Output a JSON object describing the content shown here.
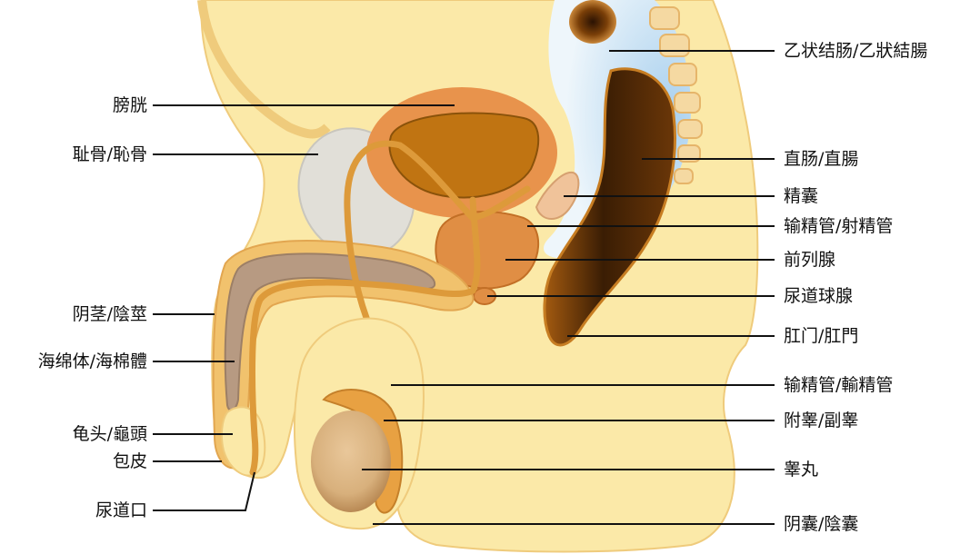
{
  "colors": {
    "skin": "#fbe9a8",
    "skin_edge": "#efcb7c",
    "tissue": "#f1c26d",
    "bladder_outer": "#e8934c",
    "bladder_inner": "#c07412",
    "rectum_dark": "#3a1d04",
    "rectum_mid": "#8a4a0c",
    "bone": "#e1dfd8",
    "cavity": "#cfe5f5",
    "tube": "#dd9a3a",
    "erectile": "#b79a82",
    "leader": "#111111"
  },
  "labels": {
    "bladder": "膀胱",
    "pubis": "耻骨/恥骨",
    "penis": "阴茎/陰莖",
    "corpus_cavernosum": "海绵体/海棉體",
    "glans": "龟头/龜頭",
    "foreskin": "包皮",
    "urethral_opening": "尿道口",
    "sigmoid_colon": "乙状结肠/乙狀結腸",
    "rectum": "直肠/直腸",
    "seminal_vesicle": "精囊",
    "ejaculatory_duct": "输精管/射精管",
    "prostate": "前列腺",
    "bulbourethral_gland": "尿道球腺",
    "anus": "肛门/肛門",
    "vas_deferens": "输精管/輸精管",
    "epididymis": "附睾/副睾",
    "testis": "睾丸",
    "scrotum": "阴囊/陰囊"
  }
}
